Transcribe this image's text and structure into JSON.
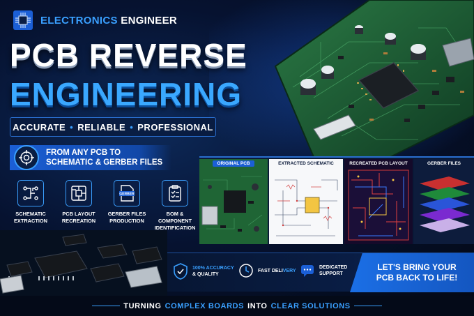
{
  "badge": {
    "prefix": "ELECTRONICS",
    "suffix": "ENGINEER"
  },
  "title": {
    "line1": "PCB REVERSE",
    "line2": "ENGINEERING"
  },
  "taglines": [
    "ACCURATE",
    "RELIABLE",
    "PROFESSIONAL"
  ],
  "from_box": {
    "line1": "FROM ANY PCB TO",
    "line2": "SCHEMATIC & GERBER FILES"
  },
  "services": [
    {
      "line1": "SCHEMATIC",
      "line2": "EXTRACTION",
      "icon": "schematic-icon"
    },
    {
      "line1": "PCB LAYOUT",
      "line2": "RECREATION",
      "icon": "pcb-layout-icon"
    },
    {
      "line1": "GERBER FILES",
      "line2": "PRODUCTION",
      "icon": "gerber-file-icon",
      "icon_text": "GERBER"
    },
    {
      "line1": "BOM & COMPONENT",
      "line2": "IDENTIFICATION",
      "icon": "clipboard-icon"
    }
  ],
  "panels": {
    "original": "ORIGINAL PCB",
    "schematic": "EXTRACTED SCHEMATIC",
    "layout": "RECREATED PCB LAYOUT",
    "gerber": "GERBER FILES"
  },
  "features": [
    {
      "line1": "100% ACCURACY",
      "line2": "& QUALITY",
      "icon": "shield-check-icon"
    },
    {
      "line1_a": "FAST DELI",
      "line1_b": "VERY",
      "icon": "fast-delivery-icon"
    },
    {
      "line1": "DEDICATED",
      "line2": "SUPPORT",
      "icon": "chat-support-icon"
    }
  ],
  "cta": {
    "line1": "LET'S BRING YOUR",
    "line2": "PCB BACK TO LIFE!"
  },
  "footer": {
    "w1": "TURNING",
    "w2": "COMPLEX BOARDS",
    "w3": "INTO",
    "w4": "CLEAR SOLUTIONS"
  },
  "colors": {
    "accent": "#3aa0ff",
    "board_green": "#1e5a32",
    "background": "#050b18"
  }
}
